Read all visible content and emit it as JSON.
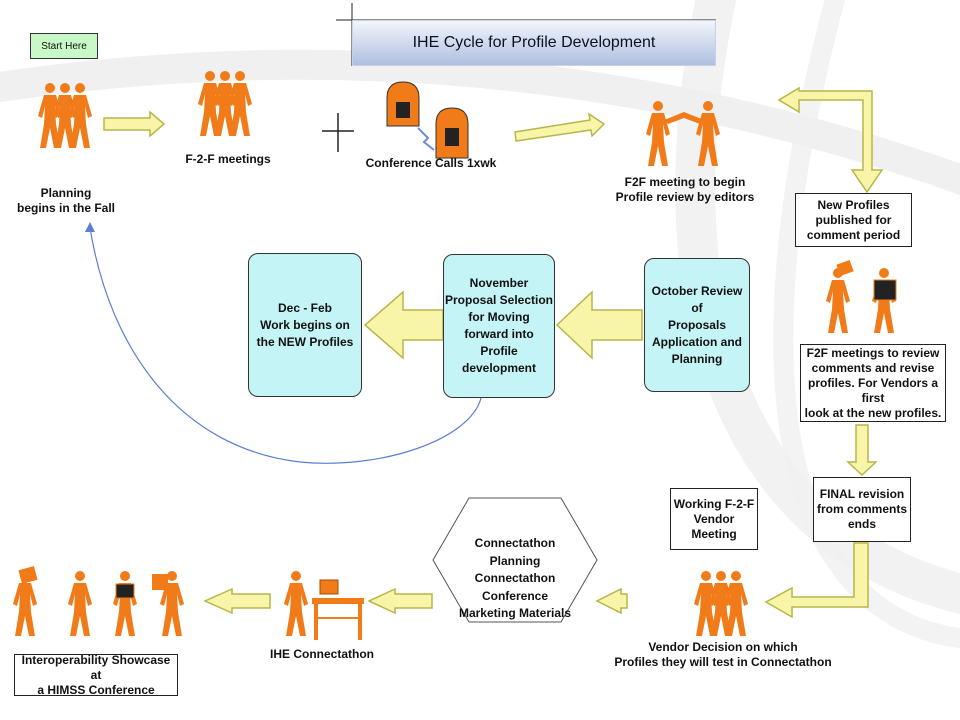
{
  "title": "IHE Cycle for Profile Development",
  "start_button": "Start Here",
  "stages": {
    "planning": "Planning\nbegins in the Fall",
    "f2f_meetings": "F-2-F meetings",
    "conference_calls": "Conference Calls 1xwk",
    "f2f_editors": "F2F  meeting to begin\nProfile review by editors",
    "new_profiles": "New Profiles\npublished for\ncomment period",
    "f2f_review": "F2F meetings to review\ncomments and revise\nprofiles. For Vendors a first\nlook at the new profiles.",
    "final_revision": "FINAL revision\nfrom comments\nends",
    "working_vendor": "Working F-2-F\nVendor\nMeeting",
    "vendor_decision": "Vendor Decision on which\nProfiles they will test in Connectathon",
    "connectathon_planning": "Connectathon\nPlanning\nConnectathon\nConference\nMarketing Materials",
    "ihe_connectathon": "IHE Connectathon",
    "showcase": "Interoperability Showcase at\na HIMSS Conference",
    "october_review": "October Review\nof\nProposals\nApplication and\nPlanning",
    "november_selection": "November\nProposal Selection\nfor Moving\nforward into\nProfile\ndevelopment",
    "dec_feb": "Dec - Feb\nWork begins on\nthe NEW Profiles"
  },
  "colors": {
    "figure": "#f07b18",
    "arrow_fill": "#f8f5a8",
    "arrow_stroke": "#b7b64a",
    "cyan_box": "#c5f4f6",
    "title_bar": "#aebfdf",
    "start_box": "#c8f8c8",
    "loop_arrow": "#5b7fd0"
  }
}
